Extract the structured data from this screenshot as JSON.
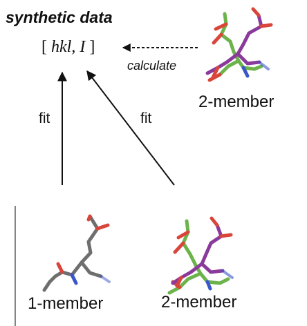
{
  "title": "synthetic data",
  "formula": {
    "open": "[",
    "hkl": "hkl",
    "comma": ",",
    "I": "I",
    "close": "]"
  },
  "arrows": {
    "calculate_label": "calculate",
    "fit_left_label": "fit",
    "fit_right_label": "fit"
  },
  "models": {
    "top_right_label": "2-member",
    "bottom_left_label": "1-member",
    "bottom_right_label": "2-member"
  },
  "colors": {
    "green": "#6bb34a",
    "purple": "#8a3a9a",
    "gray": "#6e6e6e",
    "oxygen": "#d9453b",
    "nitrogen": "#3a56c9",
    "text": "#111111"
  }
}
